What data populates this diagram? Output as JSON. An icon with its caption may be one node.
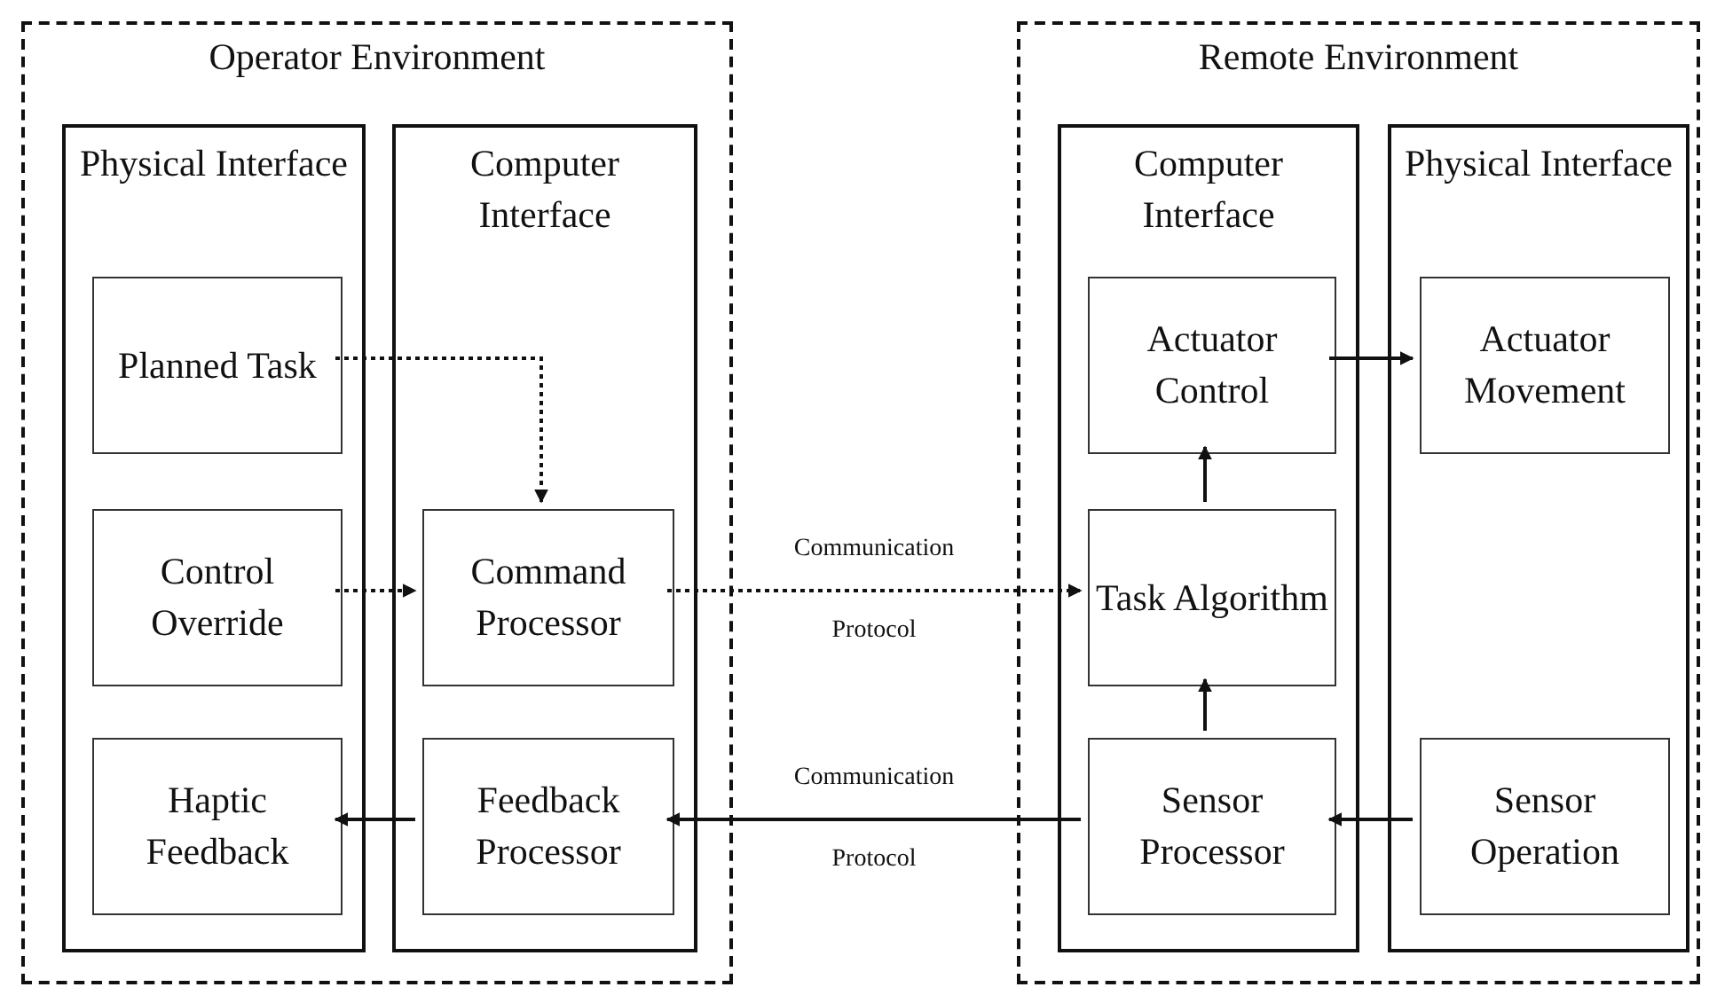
{
  "diagram": {
    "nodes": [
      {
        "text": [
          "Operator Environment"
        ]
      },
      {
        "text": [
          "Physical Interface"
        ],
        "in": 0
      },
      {
        "text": [
          "Planned Task"
        ],
        "in": 1
      },
      {
        "text": [
          "Control Override"
        ],
        "in": 1
      },
      {
        "text": [
          "Haptic Feedback"
        ],
        "in": 1
      },
      {
        "text": [
          "Computer Interface"
        ],
        "in": 0
      },
      {
        "text": [
          "Command Processor"
        ],
        "in": 5
      },
      {
        "text": [
          "Feedback Processor"
        ],
        "in": 5
      },
      {
        "text": [
          "Remote Environment"
        ]
      },
      {
        "text": [
          "Computer Interface"
        ],
        "in": 8
      },
      {
        "text": [
          "Actuator Control"
        ],
        "in": 9
      },
      {
        "text": [
          "Task Algorithm"
        ],
        "in": 9
      },
      {
        "text": [
          "Sensor Processor"
        ],
        "in": 9
      },
      {
        "text": [
          "Physical Interface"
        ],
        "in": 8
      },
      {
        "text": [
          "Actuator Movement"
        ],
        "in": 13
      },
      {
        "text": [
          "Sensor Operation"
        ],
        "in": 13
      }
    ],
    "edges": [
      {
        "from": 2,
        "to": 6,
        "arrow": "to",
        "style": "dashed"
      },
      {
        "from": 3,
        "to": 6,
        "arrow": "to",
        "style": "dashed"
      },
      {
        "from": 6,
        "to": 11,
        "arrow": "to",
        "style": "dashed",
        "label": "Communication Protocol"
      },
      {
        "from": 11,
        "to": 10,
        "arrow": "to"
      },
      {
        "from": 10,
        "to": 14,
        "arrow": "to"
      },
      {
        "from": 12,
        "to": 11,
        "arrow": "to"
      },
      {
        "from": 15,
        "to": 12,
        "arrow": "to"
      },
      {
        "from": 12,
        "to": 7,
        "arrow": "to",
        "label": "Communication Protocol"
      },
      {
        "from": 7,
        "to": 4,
        "arrow": "to"
      }
    ]
  }
}
